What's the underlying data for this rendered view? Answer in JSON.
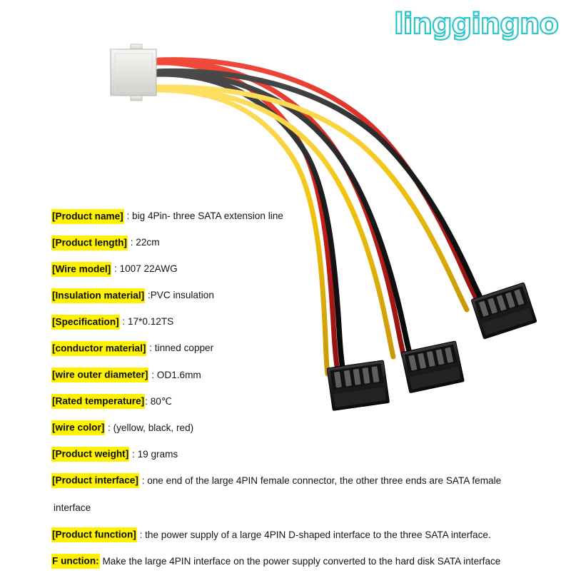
{
  "watermark": {
    "text": "linggingno",
    "outline_color": "#2ec5c8",
    "fill_color": "#ffffff"
  },
  "product_photo": {
    "alt_name": "4pin-molex-to-three-sata-power-splitter-cable",
    "molex_connector_label": "4PIN Molex female connector",
    "sata_connector_label": "SATA female connector",
    "sata_connector_count": 3,
    "wire_colors": {
      "yellow": "#f2c70d",
      "red": "#d41f1c",
      "black": "#1a1a1a"
    },
    "molex_body_color": "#e9e9e6",
    "sata_body_color": "#1c1c1c"
  },
  "highlight_color": "#fff200",
  "specs": [
    {
      "label": "[Product name]",
      "value": " : big 4Pin- three SATA extension line"
    },
    {
      "label": "[Product length]",
      "value": " : 22cm"
    },
    {
      "label": "[Wire model]",
      "value": " : 1007 22AWG"
    },
    {
      "label": "[Insulation material]",
      "value": " :PVC insulation"
    },
    {
      "label": "[Specification]",
      "value": " : 17*0.12TS"
    },
    {
      "label": "[conductor material]",
      "value": " : tinned copper"
    },
    {
      "label": "[wire outer diameter]",
      "value": " : OD1.6mm"
    },
    {
      "label": "[Rated temperature]",
      "value": ": 80℃"
    },
    {
      "label": "[wire color]",
      "value": " : (yellow, black, red)"
    },
    {
      "label": "[Product weight]",
      "value": " : 19 grams"
    },
    {
      "label": "[Product interface]",
      "value": " : one end of the large 4PIN female connector, the other three ends are SATA female"
    }
  ],
  "interface_continuation": "interface",
  "specs_tail": [
    {
      "label": "[Product function]",
      "value": " : the power supply of a large 4PIN D-shaped interface to the three SATA interface."
    },
    {
      "label": "F unction:",
      "value": " Make the large 4PIN interface on the power supply converted to the hard disk SATA interface"
    }
  ]
}
